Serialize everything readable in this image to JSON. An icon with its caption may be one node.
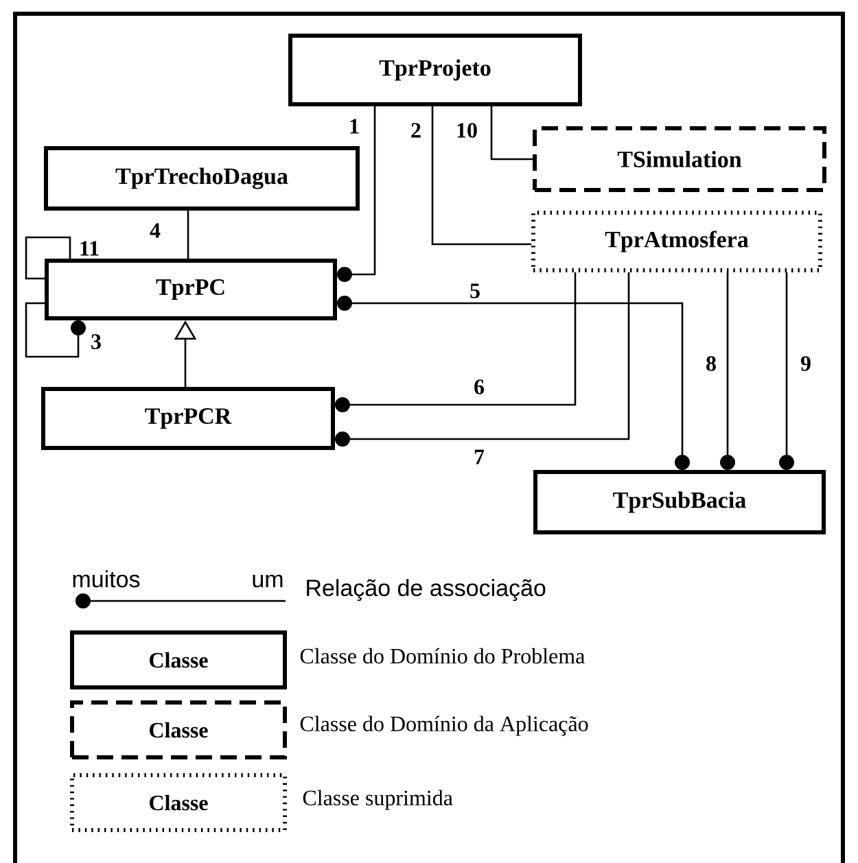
{
  "diagram": {
    "nodes": [
      {
        "text": [
          "TprProjeto"
        ]
      },
      {
        "text": [
          "TSimulation"
        ]
      },
      {
        "text": [
          "TprTrechoDagua"
        ]
      },
      {
        "text": [
          "TprAtmosfera"
        ]
      },
      {
        "text": [
          "TprPC"
        ]
      },
      {
        "text": [
          "TprPCR"
        ]
      },
      {
        "text": [
          "TprSubBacia"
        ]
      }
    ],
    "edges": [
      {
        "from": 0,
        "to": 4,
        "arrow": "other",
        "label": "1"
      },
      {
        "from": 0,
        "to": 3,
        "arrow": "none",
        "label": "2"
      },
      {
        "from": 4,
        "to": 4,
        "arrow": "other",
        "label": "3"
      },
      {
        "from": 2,
        "to": 4,
        "arrow": "none",
        "label": "4"
      },
      {
        "from": 4,
        "to": 6,
        "arrow": "other",
        "label": "5"
      },
      {
        "from": 3,
        "to": 5,
        "arrow": "other",
        "label": "6"
      },
      {
        "from": 3,
        "to": 5,
        "arrow": "other",
        "label": "7"
      },
      {
        "from": 3,
        "to": 6,
        "arrow": "other",
        "label": "8"
      },
      {
        "from": 3,
        "to": 6,
        "arrow": "other",
        "label": "9"
      },
      {
        "from": 0,
        "to": 1,
        "arrow": "none",
        "label": "10"
      },
      {
        "from": 4,
        "to": 4,
        "arrow": "none",
        "label": "11"
      },
      {
        "from": 5,
        "to": 4,
        "arrow": "to"
      }
    ],
    "labels": [
      "muitos",
      "um",
      "Classe",
      "Classe",
      "Classe"
    ],
    "legend": [
      {
        "text": "Relação de associação"
      },
      {
        "text": "Classe do Domínio do Problema"
      },
      {
        "text": "Classe do Domínio da Aplicação"
      },
      {
        "text": "Classe suprimida"
      }
    ]
  }
}
